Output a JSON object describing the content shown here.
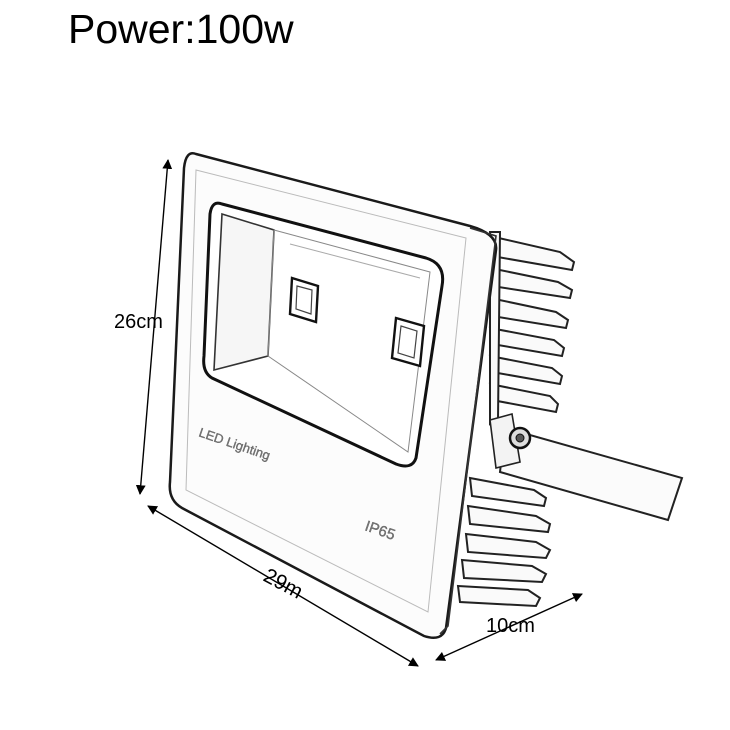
{
  "title": "Power:100w",
  "dimensions": {
    "height": "26cm",
    "width": "29m",
    "depth": "10cm"
  },
  "housing_text": {
    "brand": "LED Lighting",
    "rating": "IP65"
  }
}
